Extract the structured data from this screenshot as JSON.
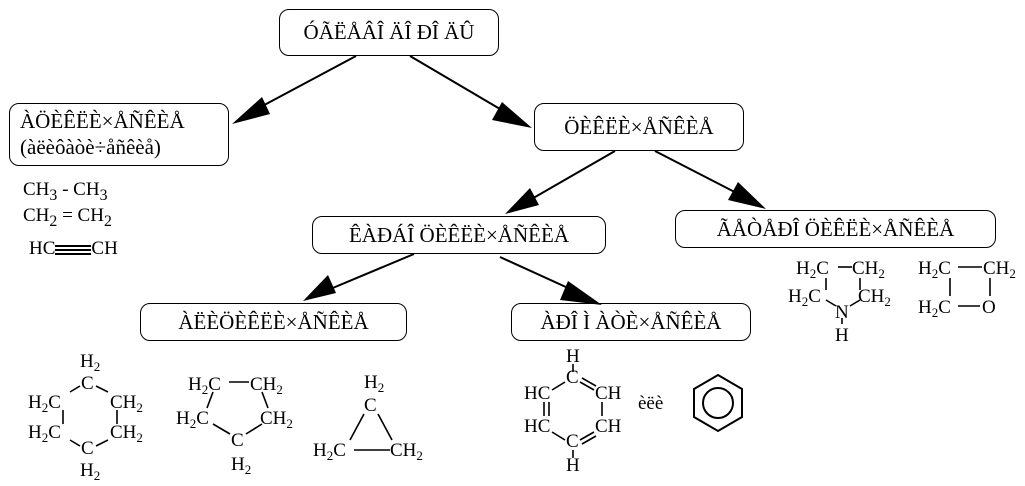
{
  "nodes": {
    "root": "ÓÃËÅÂÎ ÄÎ ÐÎ ÄÛ",
    "aliphatic": "ÀÖÈÊËÈ×ÅÑÊÈÅ",
    "aliphatic_note": "(àëèôàòè÷åñêèå)",
    "cyclic": "ÖÈÊËÈ×ÅÑÊÈÅ",
    "carbocyclic": "ÊÀÐÁÎ ÖÈÊËÈ×ÅÑÊÈÅ",
    "heterocyclic": "ÃÅÒÅÐÎ ÖÈÊËÈ×ÅÑÊÈÅ",
    "alicyclic": "ÀËÈÖÈÊËÈ×ÅÑÊÈÅ",
    "aromatic": "ÀÐÎ Ì ÀÒÈ×ÅÑÊÈÅ"
  },
  "formulas": {
    "ethane": "CH3 - CH3",
    "ethylene": "CH2 = CH2",
    "acetylene": "HC≡CH",
    "or_word": "èëè"
  }
}
